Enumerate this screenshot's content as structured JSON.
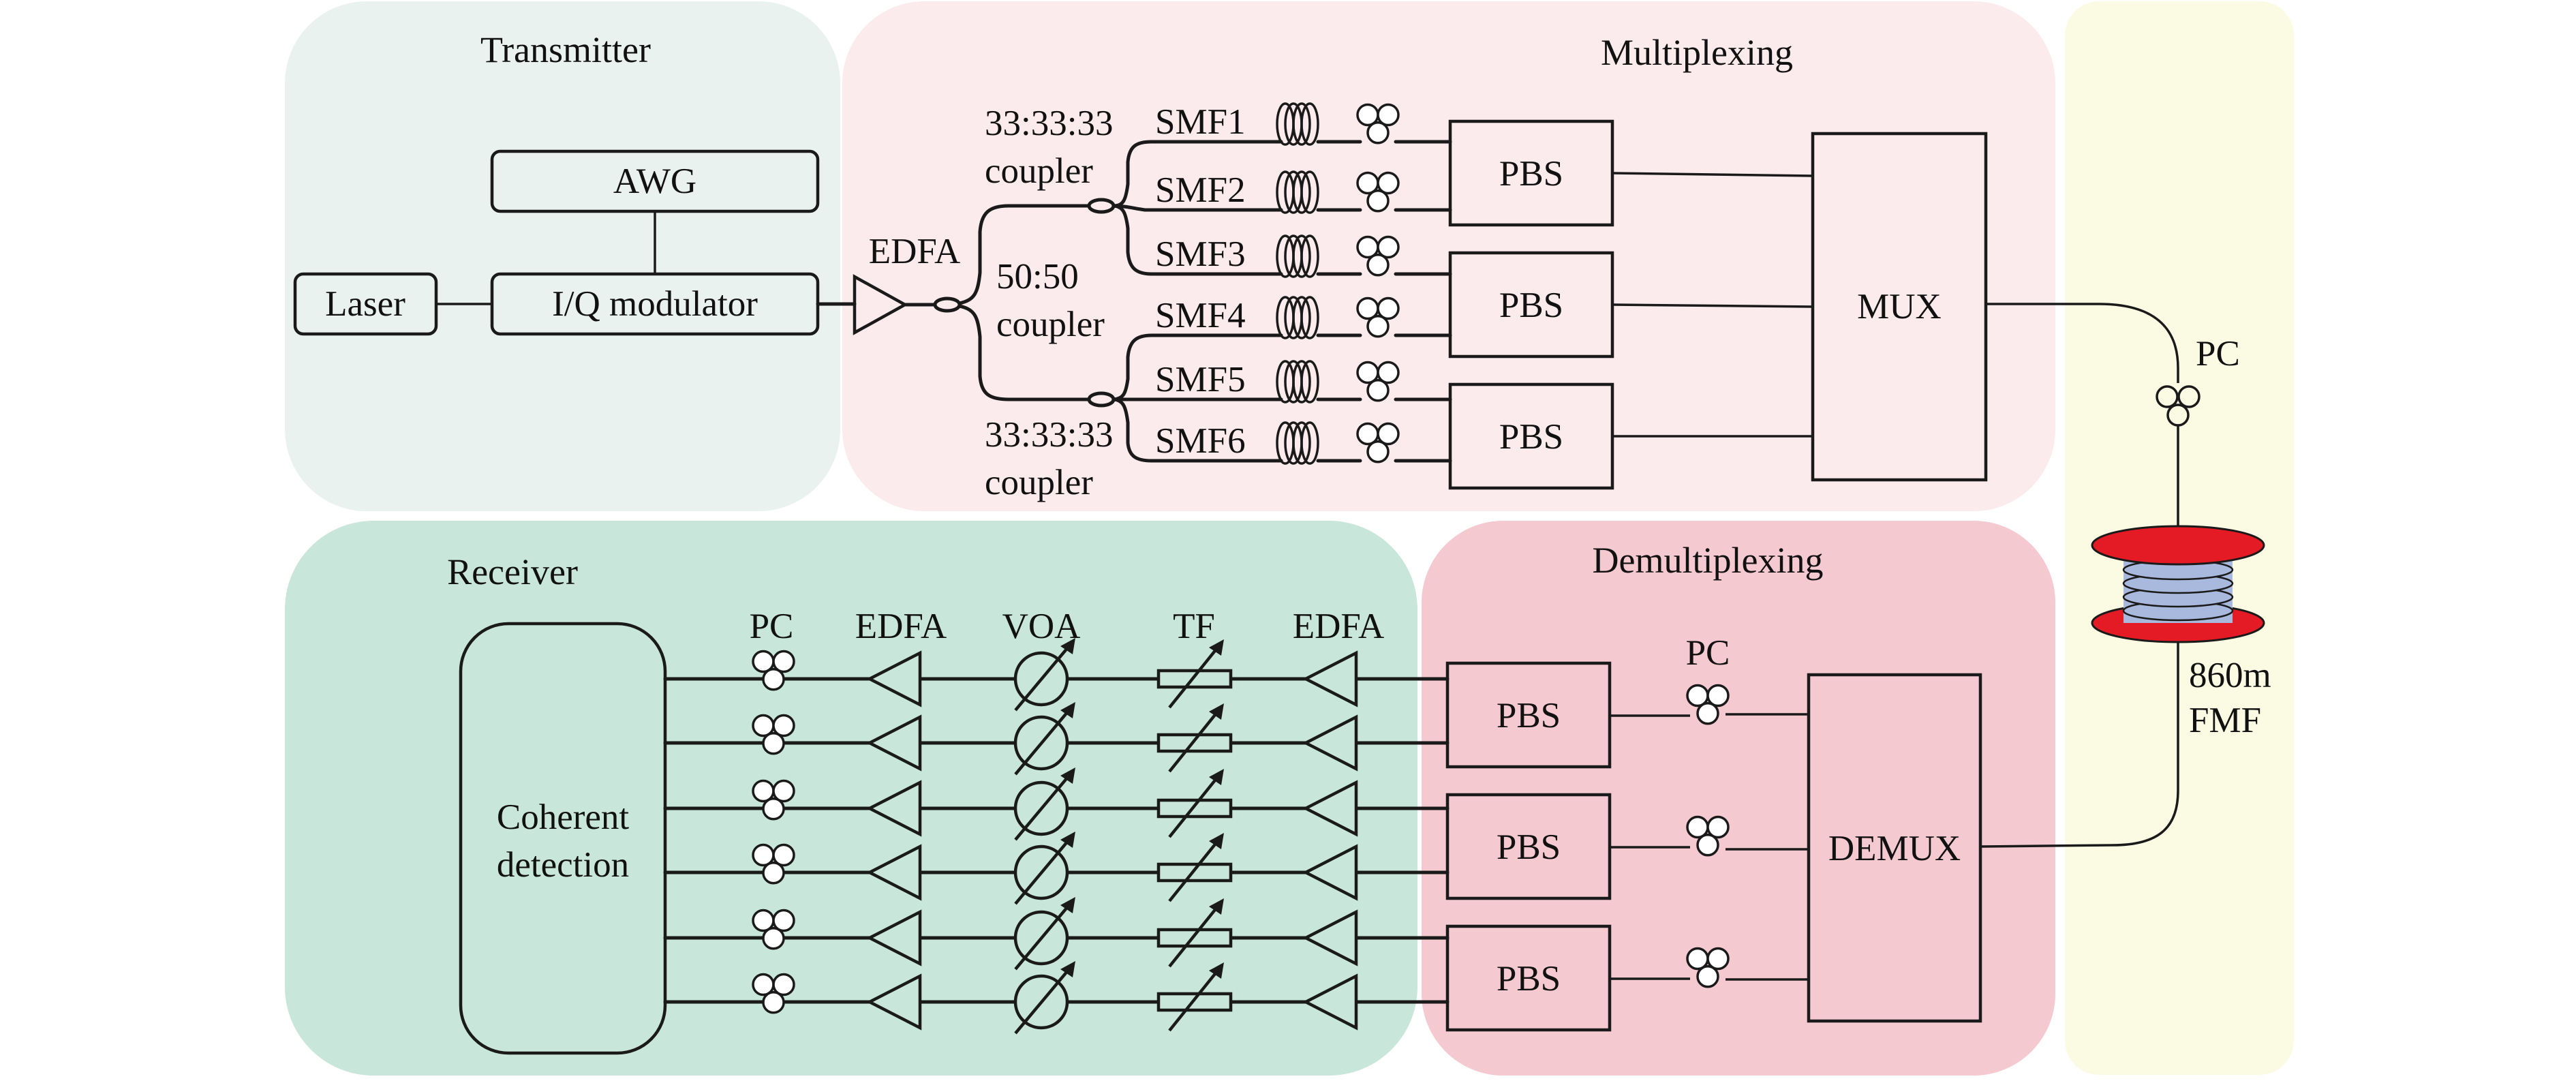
{
  "colors": {
    "transmitter_panel": "#e9f2ee",
    "multiplexing_panel": "#fcebec",
    "fiber_panel": "#fbfbe4",
    "receiver_panel": "#c9e6da",
    "demultiplexing_panel": "#f5c9d0",
    "component_fill": "#ffffff",
    "spool_flange": "#e41b24",
    "spool_fiber": "#a9b9dd"
  },
  "panels": {
    "transmitter": "Transmitter",
    "multiplexing": "Multiplexing",
    "receiver": "Receiver",
    "demultiplexing": "Demultiplexing"
  },
  "transmitter": {
    "laser": "Laser",
    "awg": "AWG",
    "iq_modulator": "I/Q modulator"
  },
  "multiplexing": {
    "edfa": "EDFA",
    "coupler_50_line1": "50:50",
    "coupler_50_line2": "coupler",
    "coupler_33_top_line1": "33:33:33",
    "coupler_33_top_line2": "coupler",
    "coupler_33_bottom_line1": "33:33:33",
    "coupler_33_bottom_line2": "coupler",
    "smf_labels": [
      "SMF1",
      "SMF2",
      "SMF3",
      "SMF4",
      "SMF5",
      "SMF6"
    ],
    "pbs_labels": [
      "PBS",
      "PBS",
      "PBS"
    ],
    "mux": "MUX"
  },
  "fiber_link": {
    "pc": "PC",
    "length": "860m",
    "fiber_type": "FMF"
  },
  "demultiplexing": {
    "demux": "DEMUX",
    "pc": "PC",
    "pbs_labels": [
      "PBS",
      "PBS",
      "PBS"
    ]
  },
  "receiver": {
    "detector_line1": "Coherent",
    "detector_line2": "detection",
    "pc": "PC",
    "edfa_left": "EDFA",
    "voa": "VOA",
    "tf": "TF",
    "edfa_right": "EDFA"
  }
}
